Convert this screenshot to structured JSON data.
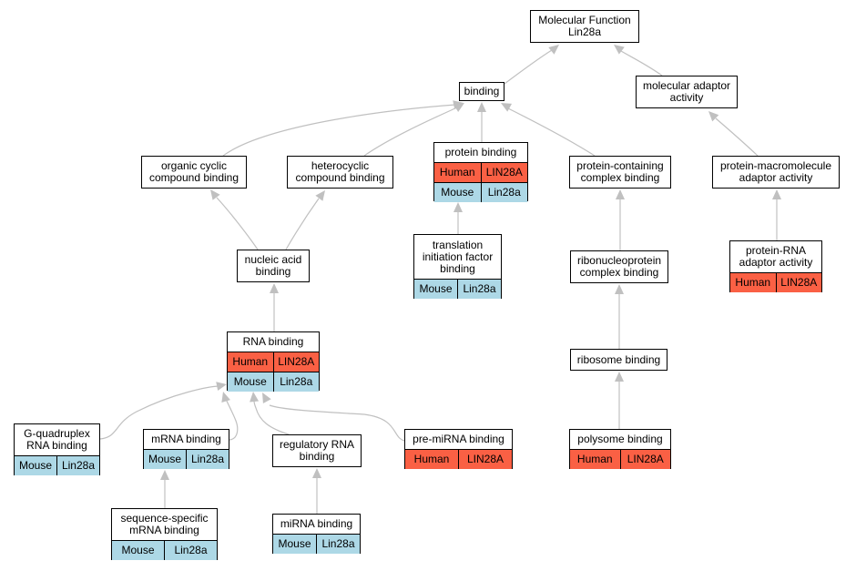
{
  "nodes": {
    "molecular_function": {
      "label": "Molecular Function\nLin28a",
      "rows": []
    },
    "binding": {
      "label": "binding",
      "rows": []
    },
    "molecular_adaptor_activity": {
      "label": "molecular adaptor\nactivity",
      "rows": []
    },
    "organic_cyclic": {
      "label": "organic cyclic\ncompound binding",
      "rows": []
    },
    "heterocyclic": {
      "label": "heterocyclic\ncompound binding",
      "rows": []
    },
    "protein_binding": {
      "label": "protein binding",
      "rows": [
        {
          "species": "Human",
          "gene": "LIN28A",
          "kind": "human"
        },
        {
          "species": "Mouse",
          "gene": "Lin28a",
          "kind": "mouse"
        }
      ]
    },
    "protein_containing_complex": {
      "label": "protein-containing\ncomplex binding",
      "rows": []
    },
    "protein_macromolecule_adaptor": {
      "label": "protein-macromolecule\nadaptor activity",
      "rows": []
    },
    "nucleic_acid": {
      "label": "nucleic acid\nbinding",
      "rows": []
    },
    "translation_initiation": {
      "label": "translation\ninitiation factor\nbinding",
      "rows": [
        {
          "species": "Mouse",
          "gene": "Lin28a",
          "kind": "mouse"
        }
      ]
    },
    "ribonucleoprotein": {
      "label": "ribonucleoprotein\ncomplex binding",
      "rows": []
    },
    "protein_rna_adaptor": {
      "label": "protein-RNA\nadaptor activity",
      "rows": [
        {
          "species": "Human",
          "gene": "LIN28A",
          "kind": "human"
        }
      ]
    },
    "rna_binding": {
      "label": "RNA binding",
      "rows": [
        {
          "species": "Human",
          "gene": "LIN28A",
          "kind": "human"
        },
        {
          "species": "Mouse",
          "gene": "Lin28a",
          "kind": "mouse"
        }
      ]
    },
    "ribosome_binding": {
      "label": "ribosome binding",
      "rows": []
    },
    "g_quadruplex": {
      "label": "G-quadruplex\nRNA binding",
      "rows": [
        {
          "species": "Mouse",
          "gene": "Lin28a",
          "kind": "mouse"
        }
      ]
    },
    "mrna_binding": {
      "label": "mRNA binding",
      "rows": [
        {
          "species": "Mouse",
          "gene": "Lin28a",
          "kind": "mouse"
        }
      ]
    },
    "regulatory_rna": {
      "label": "regulatory RNA\nbinding",
      "rows": []
    },
    "pre_mirna": {
      "label": "pre-miRNA binding",
      "rows": [
        {
          "species": "Human",
          "gene": "LIN28A",
          "kind": "human"
        }
      ]
    },
    "polysome": {
      "label": "polysome binding",
      "rows": [
        {
          "species": "Human",
          "gene": "LIN28A",
          "kind": "human"
        }
      ]
    },
    "sequence_specific_mrna": {
      "label": "sequence-specific\nmRNA binding",
      "rows": [
        {
          "species": "Mouse",
          "gene": "Lin28a",
          "kind": "mouse"
        }
      ]
    },
    "mirna_binding": {
      "label": "miRNA binding",
      "rows": [
        {
          "species": "Mouse",
          "gene": "Lin28a",
          "kind": "mouse"
        }
      ]
    }
  },
  "edges": [
    {
      "from": "binding",
      "to": "molecular_function"
    },
    {
      "from": "molecular_adaptor_activity",
      "to": "molecular_function"
    },
    {
      "from": "organic_cyclic",
      "to": "binding"
    },
    {
      "from": "heterocyclic",
      "to": "binding"
    },
    {
      "from": "protein_binding",
      "to": "binding"
    },
    {
      "from": "protein_containing_complex",
      "to": "binding"
    },
    {
      "from": "protein_macromolecule_adaptor",
      "to": "molecular_adaptor_activity"
    },
    {
      "from": "nucleic_acid",
      "to": "organic_cyclic"
    },
    {
      "from": "nucleic_acid",
      "to": "heterocyclic"
    },
    {
      "from": "translation_initiation",
      "to": "protein_binding"
    },
    {
      "from": "ribonucleoprotein",
      "to": "protein_containing_complex"
    },
    {
      "from": "protein_rna_adaptor",
      "to": "protein_macromolecule_adaptor"
    },
    {
      "from": "rna_binding",
      "to": "nucleic_acid"
    },
    {
      "from": "ribosome_binding",
      "to": "ribonucleoprotein"
    },
    {
      "from": "g_quadruplex",
      "to": "rna_binding"
    },
    {
      "from": "mrna_binding",
      "to": "rna_binding"
    },
    {
      "from": "regulatory_rna",
      "to": "rna_binding"
    },
    {
      "from": "pre_mirna",
      "to": "rna_binding"
    },
    {
      "from": "polysome",
      "to": "ribosome_binding"
    },
    {
      "from": "sequence_specific_mrna",
      "to": "mrna_binding"
    },
    {
      "from": "mirna_binding",
      "to": "regulatory_rna"
    }
  ],
  "colors": {
    "human": "#fa6044",
    "mouse": "#add8e6",
    "edge": "#c0c0c0"
  }
}
